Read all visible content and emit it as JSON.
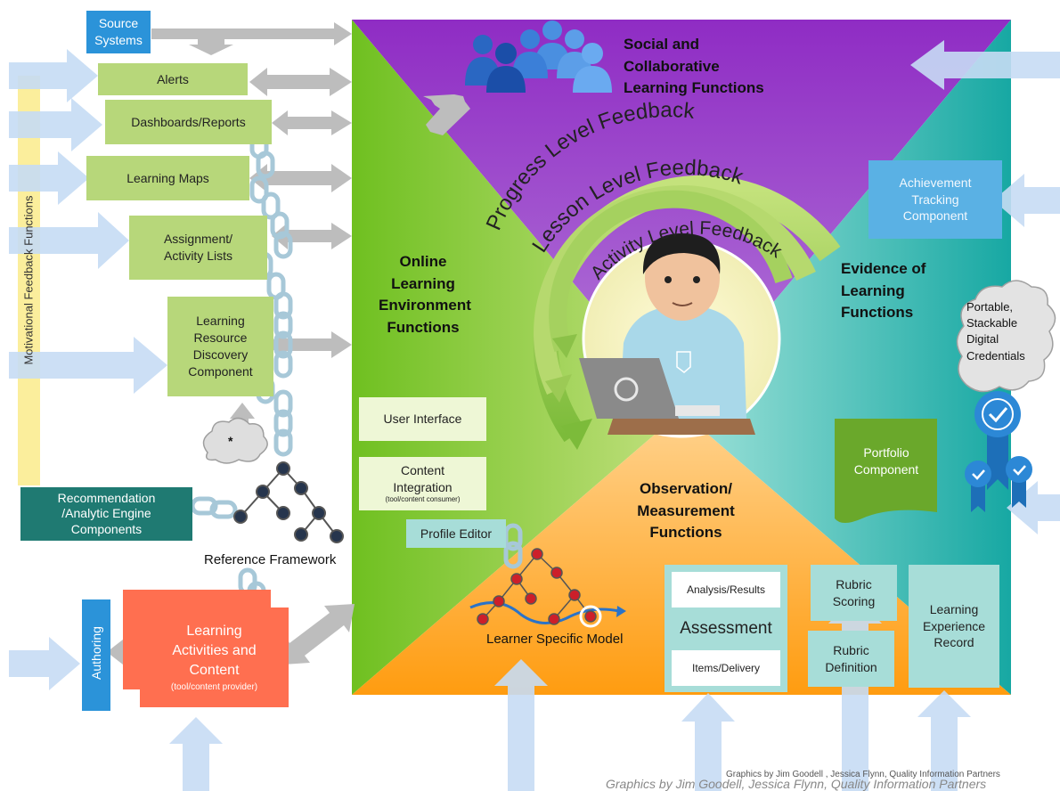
{
  "left_column": {
    "source_systems": "Source\nSystems",
    "alerts": "Alerts",
    "dashboards": "Dashboards/Reports",
    "learning_maps": "Learning Maps",
    "assignment_lists": "Assignment/\nActivity Lists",
    "resource_discovery": "Learning\nResource\nDiscovery\nComponent",
    "cloud_label": "*",
    "motivational_feedback": "Motivational Feedback Functions",
    "recommendation_engine": "Recommendation\n/Analytic Engine\nComponents",
    "reference_framework": "Reference Framework"
  },
  "authoring": {
    "label": "Authoring",
    "learning_activities": "Learning\nActivities and\nContent",
    "provider_note": "(tool/content provider)"
  },
  "quadrants": {
    "social": "Social and\nCollaborative\nLearning Functions",
    "online": "Online\nLearning\nEnvironment\nFunctions",
    "evidence": "Evidence of\nLearning\nFunctions",
    "observation": "Observation/\nMeasurement\nFunctions"
  },
  "feedback_rings": {
    "progress": "Progress Level Feedback",
    "lesson": "Lesson Level Feedback",
    "activity": "Activity Level Feedback"
  },
  "online_components": {
    "user_interface": "User Interface",
    "content_integration": "Content\nIntegration",
    "consumer_note": "(tool/content consumer)",
    "profile_editor": "Profile Editor"
  },
  "evidence_components": {
    "achievement_tracking": "Achievement\nTracking\nComponent",
    "credentials": "Portable,\nStackable\nDigital\nCredentials",
    "portfolio": "Portfolio\nComponent"
  },
  "measurement_components": {
    "learner_model": "Learner Specific Model",
    "analysis_results": "Analysis/Results",
    "assessment": "Assessment",
    "items_delivery": "Items/Delivery",
    "rubric_scoring": "Rubric\nScoring",
    "rubric_definition": "Rubric\nDefinition",
    "experience_record": "Learning\nExperience\nRecord"
  },
  "credits": {
    "small": "Graphics by Jim Goodell , Jessica Flynn, Quality Information Partners",
    "large": "Graphics by Jim Goodell, Jessica Flynn, Quality Information Partners"
  },
  "colors": {
    "social_quadrant": "#9b32c9",
    "online_quadrant": "#7fc932",
    "evidence_quadrant": "#2ab9b2",
    "measurement_quadrant": "#ffa928",
    "input_arrows": "#c6dcf4",
    "connector_arrows": "#bdbdbd",
    "chain": "#a7c8d8"
  }
}
